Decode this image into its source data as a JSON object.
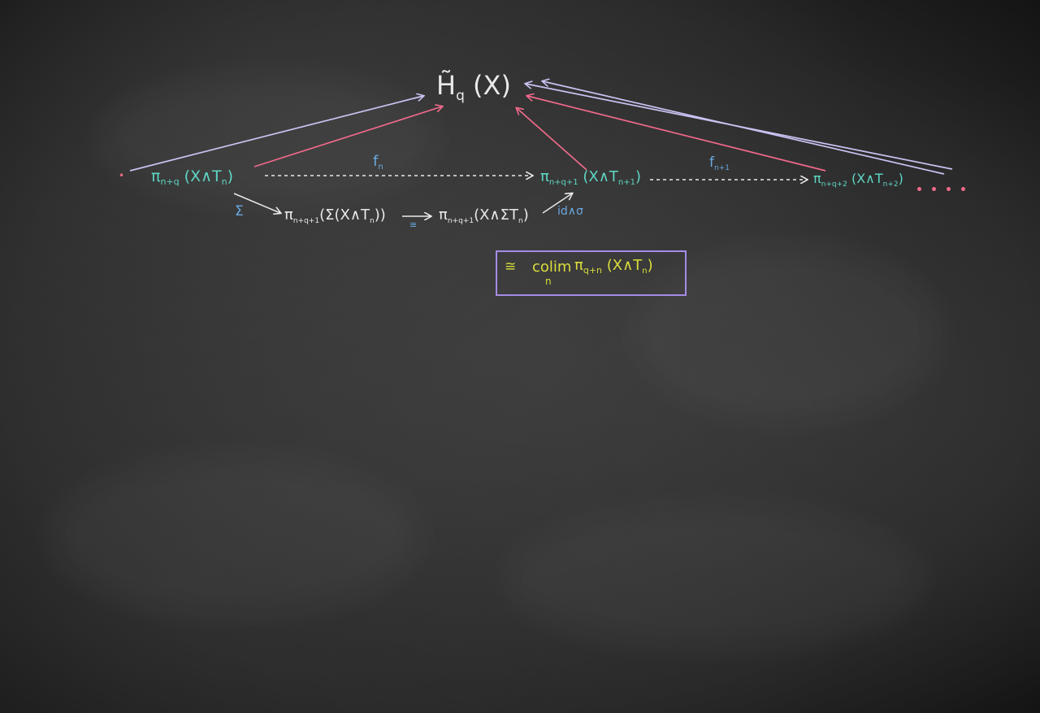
{
  "diagram": {
    "target": {
      "main": "H̃",
      "sub": "q",
      "arg": "(X)"
    },
    "left_dot": "•",
    "node_0": {
      "main": "π",
      "sub": "n+q",
      "arg": "(X∧T",
      "arg_sub": "n",
      "close": ")"
    },
    "node_1": {
      "main": "π",
      "sub": "n+q+1",
      "arg": "(X∧T",
      "arg_sub": "n+1",
      "close": ")"
    },
    "node_2": {
      "main": "π",
      "sub": "n+q+2",
      "arg": "(X∧T",
      "arg_sub": "n+2",
      "close": ")"
    },
    "arrow_labels": {
      "f_n": "f",
      "f_n_sub": "n",
      "f_n1": "f",
      "f_n1_sub": "n+1",
      "sigma": "Σ",
      "iso": "≅",
      "id_sigma": "id∧σ"
    },
    "mid_node_a": {
      "main": "π",
      "sub": "n+q+1",
      "arg": "(Σ(X∧T",
      "arg_sub": "n",
      "close": "))"
    },
    "mid_node_b": {
      "main": "π",
      "sub": "n+q+1",
      "arg": "(X∧ΣT",
      "arg_sub": "n",
      "close": ")"
    },
    "boxed": {
      "eq": "≅",
      "colim": "colim",
      "colim_sub": "n",
      "main": "π",
      "sub": "q+n",
      "arg": "(X∧T",
      "arg_sub": "n",
      "close": ")"
    }
  },
  "colors": {
    "chalk_white": "#e9e9e9",
    "chalk_teal": "#5fd6c4",
    "chalk_blue": "#6aa9e0",
    "chalk_pink": "#f06a8a",
    "chalk_lavender": "#c9c3f2",
    "chalk_yellow": "#d9dd3c",
    "box_purple": "#a48be6"
  }
}
